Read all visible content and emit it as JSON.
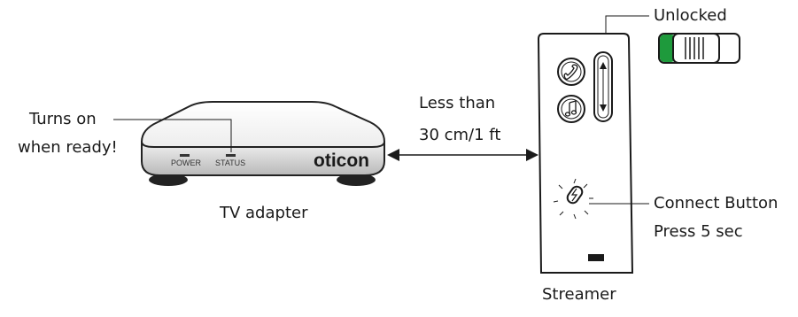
{
  "labels": {
    "turns_on_line1": "Turns on",
    "turns_on_line2": "when ready!",
    "tv_adapter": "TV adapter",
    "distance_line1": "Less than",
    "distance_line2": "30 cm/1 ft",
    "unlocked": "Unlocked",
    "connect_button": "Connect Button",
    "press_duration": "Press 5 sec",
    "streamer": "Streamer"
  },
  "adapter": {
    "power_label": "POWER",
    "status_label": "STATUS",
    "brand": "oticon"
  },
  "icons": [
    "phone-icon",
    "music-note-icon",
    "volume-up-arrow-icon",
    "volume-down-arrow-icon",
    "connect-button-icon",
    "battery-icon"
  ],
  "colors": {
    "line": "#1a1a1a",
    "switch_green": "#1e9a3c"
  }
}
